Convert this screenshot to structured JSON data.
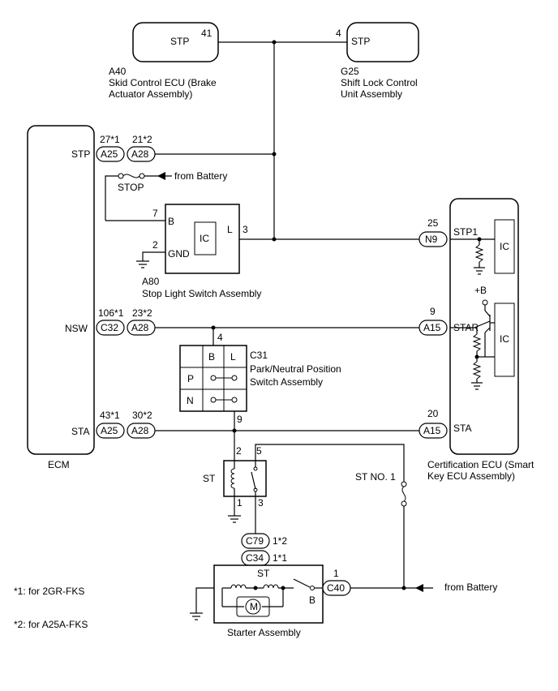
{
  "components": {
    "a40": {
      "id": "A40",
      "name1": "Skid Control ECU (Brake",
      "name2": "Actuator Assembly)",
      "pin_label": "STP",
      "pin_num": "41"
    },
    "g25": {
      "id": "G25",
      "name1": "Shift Lock Control",
      "name2": "Unit Assembly",
      "pin_label": "STP",
      "pin_num": "4"
    },
    "ecm": {
      "name": "ECM",
      "stp": "STP",
      "nsw": "NSW",
      "sta": "STA"
    },
    "a80": {
      "id": "A80",
      "name": "Stop Light Switch Assembly",
      "b": "B",
      "gnd": "GND",
      "ic": "IC",
      "l": "L",
      "pin_b": "7",
      "pin_gnd": "2",
      "pin_l": "3"
    },
    "stop_fuse": {
      "label": "STOP",
      "from": "from Battery"
    },
    "c31": {
      "id": "C31",
      "name1": "Park/Neutral Position",
      "name2": "Switch Assembly",
      "col_b": "B",
      "col_l": "L",
      "row_p": "P",
      "row_n": "N",
      "pin_top": "4",
      "pin_bottom": "9"
    },
    "cert": {
      "name1": "Certification ECU (Smart",
      "name2": "Key ECU Assembly)",
      "stp1": "STP1",
      "star": "STAR",
      "sta": "STA",
      "ic1": "IC",
      "ic2": "IC",
      "plus_b": "+B"
    },
    "st_relay": {
      "label": "ST",
      "pin2": "2",
      "pin5": "5",
      "pin1": "1",
      "pin3": "3"
    },
    "st_no1": {
      "label": "ST NO. 1"
    },
    "starter": {
      "name": "Starter Assembly",
      "st": "ST",
      "b": "B",
      "motor": "M",
      "pin": "1",
      "from": "from Battery"
    }
  },
  "connectors": {
    "ecm_stp": {
      "c1": "A25",
      "c2": "A28",
      "p1": "27*1",
      "p2": "21*2"
    },
    "ecm_nsw": {
      "c1": "C32",
      "c2": "A28",
      "p1": "106*1",
      "p2": "23*2"
    },
    "ecm_sta": {
      "c1": "A25",
      "c2": "A28",
      "p1": "43*1",
      "p2": "30*2"
    },
    "cert_stp1": {
      "c": "N9",
      "p": "25"
    },
    "cert_star": {
      "c": "A15",
      "p": "9"
    },
    "cert_sta": {
      "c": "A15",
      "p": "20"
    },
    "c79": {
      "c": "C79",
      "note": "1*2"
    },
    "c34": {
      "c": "C34",
      "note": "1*1"
    },
    "c40": {
      "c": "C40"
    }
  },
  "notes": {
    "n1": "*1: for 2GR-FKS",
    "n2": "*2: for A25A-FKS"
  }
}
